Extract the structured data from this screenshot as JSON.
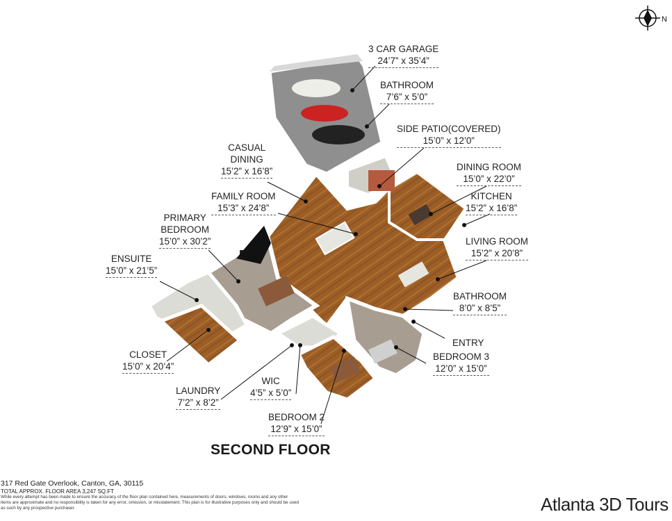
{
  "plan": {
    "title": "SECOND FLOOR",
    "rooms": [
      {
        "id": "garage",
        "name": "3 CAR GARAGE",
        "dims": "24’7” x 35’4”"
      },
      {
        "id": "bath_top",
        "name": "BATHROOM",
        "dims": "7’6” x 5’0”"
      },
      {
        "id": "side_patio",
        "name": "SIDE PATIO(COVERED)",
        "dims": "15’0” x 12’0”"
      },
      {
        "id": "casual_dining",
        "name": "CASUAL\nDINING",
        "dims": "15’2” x 16’8”"
      },
      {
        "id": "dining_room",
        "name": "DINING ROOM",
        "dims": "15’0” x 22’0”"
      },
      {
        "id": "family_room",
        "name": "FAMILY ROOM",
        "dims": "15’3” x 24’8”"
      },
      {
        "id": "kitchen",
        "name": "KITCHEN",
        "dims": "15’2” x 16’8”"
      },
      {
        "id": "primary_bedroom",
        "name": "PRIMARY\nBEDROOM",
        "dims": "15’0” x 30’2”"
      },
      {
        "id": "living_room",
        "name": "LIVING ROOM",
        "dims": "15’2” x 20’8”"
      },
      {
        "id": "ensuite",
        "name": "ENSUITE",
        "dims": "15’0” x 21’5”"
      },
      {
        "id": "bath_right",
        "name": "BATHROOM",
        "dims": "8’0” x 8’5”"
      },
      {
        "id": "entry",
        "name": "ENTRY",
        "dims": ""
      },
      {
        "id": "closet",
        "name": "CLOSET",
        "dims": "15’0” x 20’4”"
      },
      {
        "id": "bedroom3",
        "name": "BEDROOM 3",
        "dims": "12’0” x 15’0”"
      },
      {
        "id": "laundry",
        "name": "LAUNDRY",
        "dims": "7’2” x 8’2”"
      },
      {
        "id": "wic",
        "name": "WIC",
        "dims": "4’5” x 5’0”"
      },
      {
        "id": "bedroom2",
        "name": "BEDROOM 2",
        "dims": "12’9” x 15’0”"
      }
    ]
  },
  "footer": {
    "address": "317 Red Gate Overlook, Canton, GA, 30115",
    "area": "TOTAL APPROX. FLOOR AREA 3,247 SQ.FT",
    "disclaimer": "While  every attempt has been made to ensure the accuracy of the floor plan contained here, measurements of doors, windows, rooms and any other items are approximate and no responsibility is taken for any error, omission, or misstatement. This plan is for illustrative purposes only and should be used as such by any prospective purchaser.",
    "brand": "Atlanta 3D Tours"
  },
  "compass": {
    "letter": "N"
  },
  "colors": {
    "wood": "#a0622a",
    "wall": "#ffffff",
    "carpet": "#a89e92",
    "garage": "#8a8a8a",
    "tile": "#d8d8d4"
  }
}
